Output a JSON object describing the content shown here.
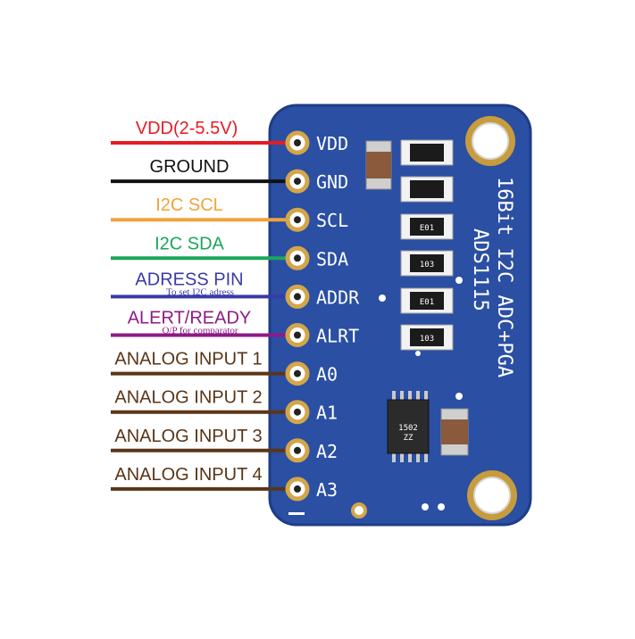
{
  "board": {
    "title": "16Bit I2C ADC+PGA",
    "part": "ADS1115",
    "colors": {
      "pcb": "#2a4fa3",
      "pcb_edge": "#1e3d86",
      "silk": "#ffffff",
      "pad": "#d4a64a",
      "chip": "#2b2b2b"
    },
    "components": [
      {
        "marking": "E01"
      },
      {
        "marking": "103"
      },
      {
        "marking": "E01"
      },
      {
        "marking": "103"
      }
    ],
    "chip_marking": "1502\nZZ"
  },
  "pins": [
    {
      "label": "VDD",
      "wire_label": "VDD(2-5.5V)",
      "note": "",
      "color": "#e51c23",
      "label_color": "#e51c23"
    },
    {
      "label": "GND",
      "wire_label": "GROUND",
      "note": "",
      "color": "#111111",
      "label_color": "#111111"
    },
    {
      "label": "SCL",
      "wire_label": "I2C SCL",
      "note": "",
      "color": "#f2a23a",
      "label_color": "#f2a23a"
    },
    {
      "label": "SDA",
      "wire_label": "I2C SDA",
      "note": "",
      "color": "#1ba65a",
      "label_color": "#1ba65a"
    },
    {
      "label": "ADDR",
      "wire_label": "ADRESS PIN",
      "note": "To set I2C adress",
      "color": "#3a3aa8",
      "label_color": "#3a3aa8"
    },
    {
      "label": "ALRT",
      "wire_label": "ALERT/READY",
      "note": "O/P for comparator",
      "color": "#8e1a86",
      "label_color": "#8e1a86"
    },
    {
      "label": "A0",
      "wire_label": "ANALOG INPUT 1",
      "note": "",
      "color": "#5a3517",
      "label_color": "#5a3517"
    },
    {
      "label": "A1",
      "wire_label": "ANALOG INPUT 2",
      "note": "",
      "color": "#5a3517",
      "label_color": "#5a3517"
    },
    {
      "label": "A2",
      "wire_label": "ANALOG INPUT 3",
      "note": "",
      "color": "#5a3517",
      "label_color": "#5a3517"
    },
    {
      "label": "A3",
      "wire_label": "ANALOG INPUT 4",
      "note": "",
      "color": "#5a3517",
      "label_color": "#5a3517"
    }
  ]
}
